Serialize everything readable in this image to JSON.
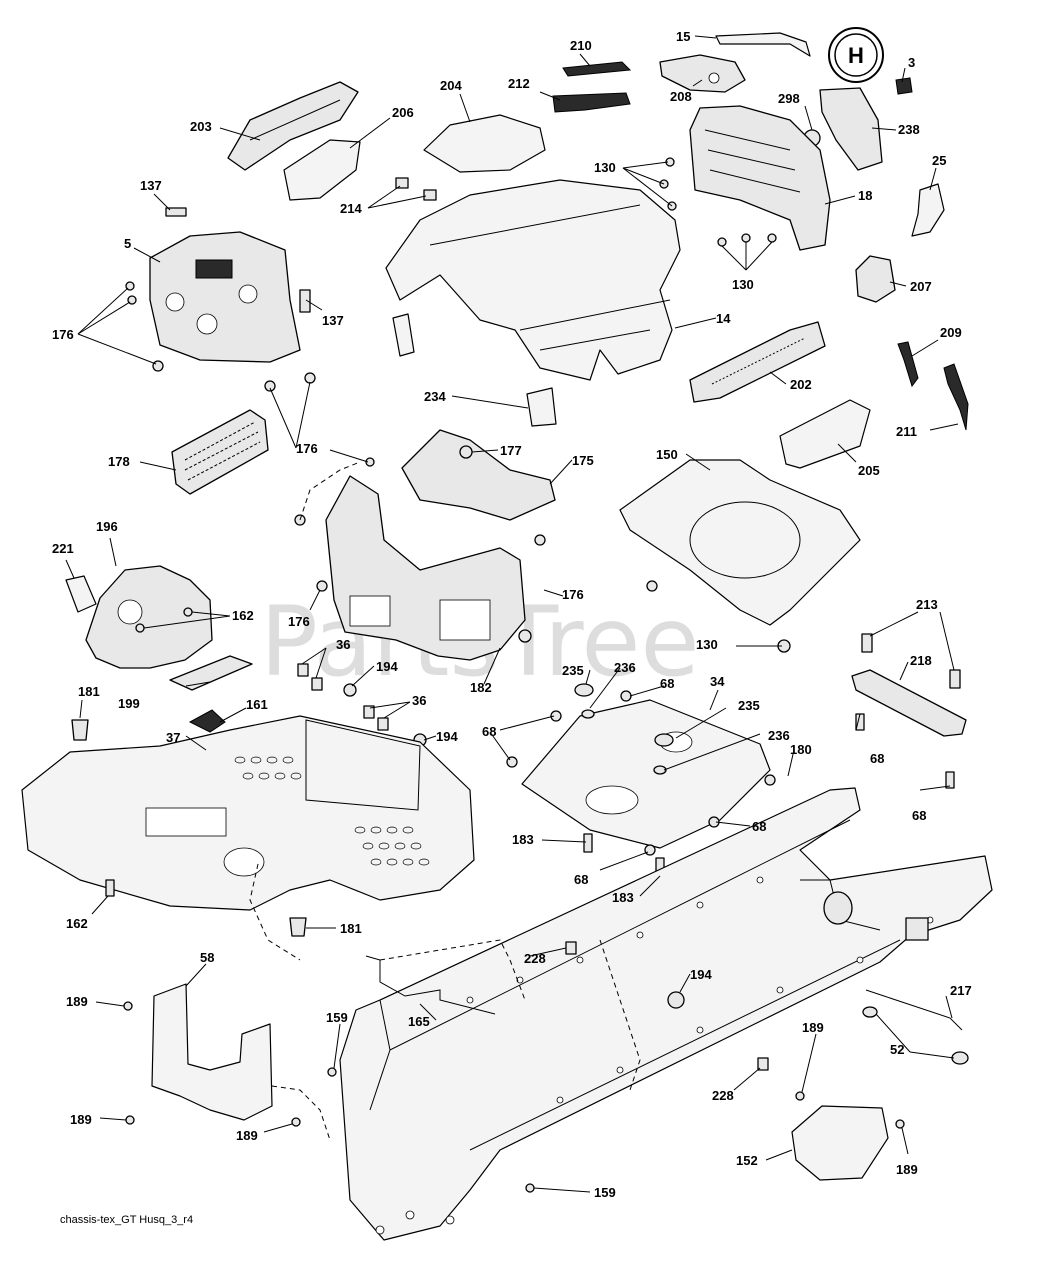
{
  "watermark": "PartsTree",
  "caption": "chassis-tex_GT Husq_3_r4",
  "logo_letter": "H",
  "labels": [
    {
      "id": "l210",
      "text": "210"
    },
    {
      "id": "l15",
      "text": "15"
    },
    {
      "id": "l3",
      "text": "3"
    },
    {
      "id": "l212",
      "text": "212"
    },
    {
      "id": "l208",
      "text": "208"
    },
    {
      "id": "l298",
      "text": "298"
    },
    {
      "id": "l204",
      "text": "204"
    },
    {
      "id": "l206",
      "text": "206"
    },
    {
      "id": "l203",
      "text": "203"
    },
    {
      "id": "l238",
      "text": "238"
    },
    {
      "id": "l25",
      "text": "25"
    },
    {
      "id": "l130a",
      "text": "130"
    },
    {
      "id": "l18",
      "text": "18"
    },
    {
      "id": "l137a",
      "text": "137"
    },
    {
      "id": "l214",
      "text": "214"
    },
    {
      "id": "l5",
      "text": "5"
    },
    {
      "id": "l130b",
      "text": "130"
    },
    {
      "id": "l207",
      "text": "207"
    },
    {
      "id": "l176a",
      "text": "176"
    },
    {
      "id": "l137b",
      "text": "137"
    },
    {
      "id": "l14",
      "text": "14"
    },
    {
      "id": "l209",
      "text": "209"
    },
    {
      "id": "l202",
      "text": "202"
    },
    {
      "id": "l234",
      "text": "234"
    },
    {
      "id": "l211",
      "text": "211"
    },
    {
      "id": "l176b",
      "text": "176"
    },
    {
      "id": "l177",
      "text": "177"
    },
    {
      "id": "l178",
      "text": "178"
    },
    {
      "id": "l150",
      "text": "150"
    },
    {
      "id": "l175",
      "text": "175"
    },
    {
      "id": "l205",
      "text": "205"
    },
    {
      "id": "l196",
      "text": "196"
    },
    {
      "id": "l221",
      "text": "221"
    },
    {
      "id": "l176c",
      "text": "176"
    },
    {
      "id": "l162a",
      "text": "162"
    },
    {
      "id": "l176d",
      "text": "176"
    },
    {
      "id": "l213",
      "text": "213"
    },
    {
      "id": "l130c",
      "text": "130"
    },
    {
      "id": "l36a",
      "text": "36"
    },
    {
      "id": "l218",
      "text": "218"
    },
    {
      "id": "l235a",
      "text": "235"
    },
    {
      "id": "l236a",
      "text": "236"
    },
    {
      "id": "l194a",
      "text": "194"
    },
    {
      "id": "l181a",
      "text": "181"
    },
    {
      "id": "l182",
      "text": "182"
    },
    {
      "id": "l68a",
      "text": "68"
    },
    {
      "id": "l34",
      "text": "34"
    },
    {
      "id": "l199",
      "text": "199"
    },
    {
      "id": "l36b",
      "text": "36"
    },
    {
      "id": "l235b",
      "text": "235"
    },
    {
      "id": "l161",
      "text": "161"
    },
    {
      "id": "l37",
      "text": "37"
    },
    {
      "id": "l194b",
      "text": "194"
    },
    {
      "id": "l68b",
      "text": "68"
    },
    {
      "id": "l236b",
      "text": "236"
    },
    {
      "id": "l68c",
      "text": "68"
    },
    {
      "id": "l180",
      "text": "180"
    },
    {
      "id": "l68d",
      "text": "68"
    },
    {
      "id": "l68e",
      "text": "68"
    },
    {
      "id": "l183a",
      "text": "183"
    },
    {
      "id": "l68f",
      "text": "68"
    },
    {
      "id": "l183b",
      "text": "183"
    },
    {
      "id": "l162b",
      "text": "162"
    },
    {
      "id": "l181b",
      "text": "181"
    },
    {
      "id": "l228a",
      "text": "228"
    },
    {
      "id": "l58",
      "text": "58"
    },
    {
      "id": "l194c",
      "text": "194"
    },
    {
      "id": "l217",
      "text": "217"
    },
    {
      "id": "l189a",
      "text": "189"
    },
    {
      "id": "l159a",
      "text": "159"
    },
    {
      "id": "l165",
      "text": "165"
    },
    {
      "id": "l189b",
      "text": "189"
    },
    {
      "id": "l52",
      "text": "52"
    },
    {
      "id": "l228b",
      "text": "228"
    },
    {
      "id": "l189c",
      "text": "189"
    },
    {
      "id": "l189d",
      "text": "189"
    },
    {
      "id": "l152",
      "text": "152"
    },
    {
      "id": "l189e",
      "text": "189"
    },
    {
      "id": "l159b",
      "text": "159"
    }
  ]
}
